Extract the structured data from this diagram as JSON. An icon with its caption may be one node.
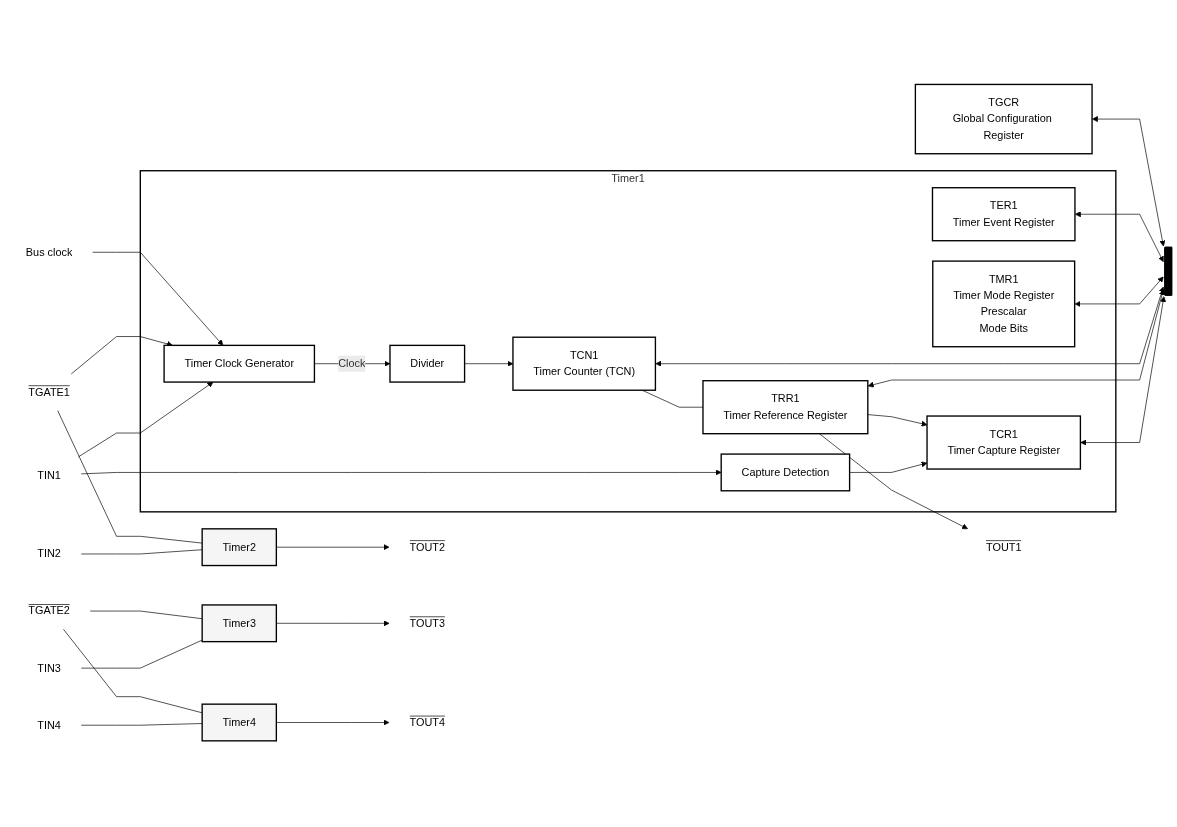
{
  "diagram": {
    "nodes": [
      {
        "text": [
          "TGCR",
          "Global Configuration Register"
        ]
      },
      {
        "text": [],
        "shape": "bar"
      },
      {
        "text": [
          "Bus clock"
        ]
      },
      {
        "text": [
          "Timer1"
        ]
      },
      {
        "text": [
          "TER1",
          "Timer Event Register"
        ],
        "in": 3
      },
      {
        "text": [
          "TMR1",
          "Timer Mode Register",
          "Prescalar",
          "Mode Bits"
        ],
        "in": 3
      },
      {
        "text": [
          "Divider"
        ],
        "in": 3
      },
      {
        "text": [
          "TCN1",
          "Timer Counter (TCN)"
        ],
        "in": 3
      },
      {
        "text": [
          "TRR1",
          "Timer Reference Register"
        ],
        "in": 3
      },
      {
        "text": [
          "TCR1",
          "Timer Capture Register"
        ],
        "in": 3
      },
      {
        "text": [
          "Timer Clock Generator"
        ],
        "in": 3
      },
      {
        "text": [
          "Capture Detection"
        ],
        "in": 3
      },
      {
        "text": [
          "Timer2"
        ]
      },
      {
        "text": [
          "Timer3"
        ]
      },
      {
        "text": [
          "Timer4"
        ]
      },
      {
        "text": [
          "TGATE1"
        ]
      },
      {
        "text": [
          "TGATE2"
        ]
      },
      {
        "text": [
          "TIN1"
        ]
      },
      {
        "text": [
          "TIN2"
        ]
      },
      {
        "text": [
          "TIN3"
        ]
      },
      {
        "text": [
          "TIN4"
        ]
      },
      {
        "text": [
          "TOUT1"
        ]
      },
      {
        "text": [
          "TOUT2"
        ]
      },
      {
        "text": [
          "TOUT3"
        ]
      },
      {
        "text": [
          "TOUT4"
        ]
      }
    ],
    "edges": [
      {
        "from": 0,
        "to": 1,
        "arrow": "both"
      },
      {
        "from": 2,
        "to": 10,
        "arrow": "to"
      },
      {
        "from": 4,
        "to": 1,
        "arrow": "both"
      },
      {
        "from": 5,
        "to": 1,
        "arrow": "both"
      },
      {
        "from": 7,
        "to": 1,
        "arrow": "both"
      },
      {
        "from": 8,
        "to": 1,
        "arrow": "both"
      },
      {
        "from": 9,
        "to": 1,
        "arrow": "both"
      },
      {
        "from": 10,
        "to": 6,
        "arrow": "to",
        "label": "Clock"
      },
      {
        "from": 6,
        "to": 7,
        "arrow": "to"
      },
      {
        "from": 7,
        "to": 8,
        "arrow": "none"
      },
      {
        "from": 8,
        "to": 9,
        "arrow": "to"
      },
      {
        "from": 15,
        "to": 10,
        "arrow": "to"
      },
      {
        "from": 15,
        "to": 12,
        "arrow": "none"
      },
      {
        "from": 16,
        "to": 13,
        "arrow": "none"
      },
      {
        "from": 16,
        "to": 14,
        "arrow": "none"
      },
      {
        "from": 17,
        "to": 10,
        "arrow": "to"
      },
      {
        "from": 17,
        "to": 11,
        "arrow": "to"
      },
      {
        "from": 18,
        "to": 12,
        "arrow": "none"
      },
      {
        "from": 19,
        "to": 13,
        "arrow": "none"
      },
      {
        "from": 20,
        "to": 14,
        "arrow": "none"
      },
      {
        "from": 11,
        "to": 9,
        "arrow": "to"
      },
      {
        "from": 8,
        "to": 21,
        "arrow": "to"
      },
      {
        "from": 12,
        "to": 22,
        "arrow": "to"
      },
      {
        "from": 13,
        "to": 23,
        "arrow": "to"
      },
      {
        "from": 14,
        "to": 24,
        "arrow": "to"
      }
    ]
  }
}
